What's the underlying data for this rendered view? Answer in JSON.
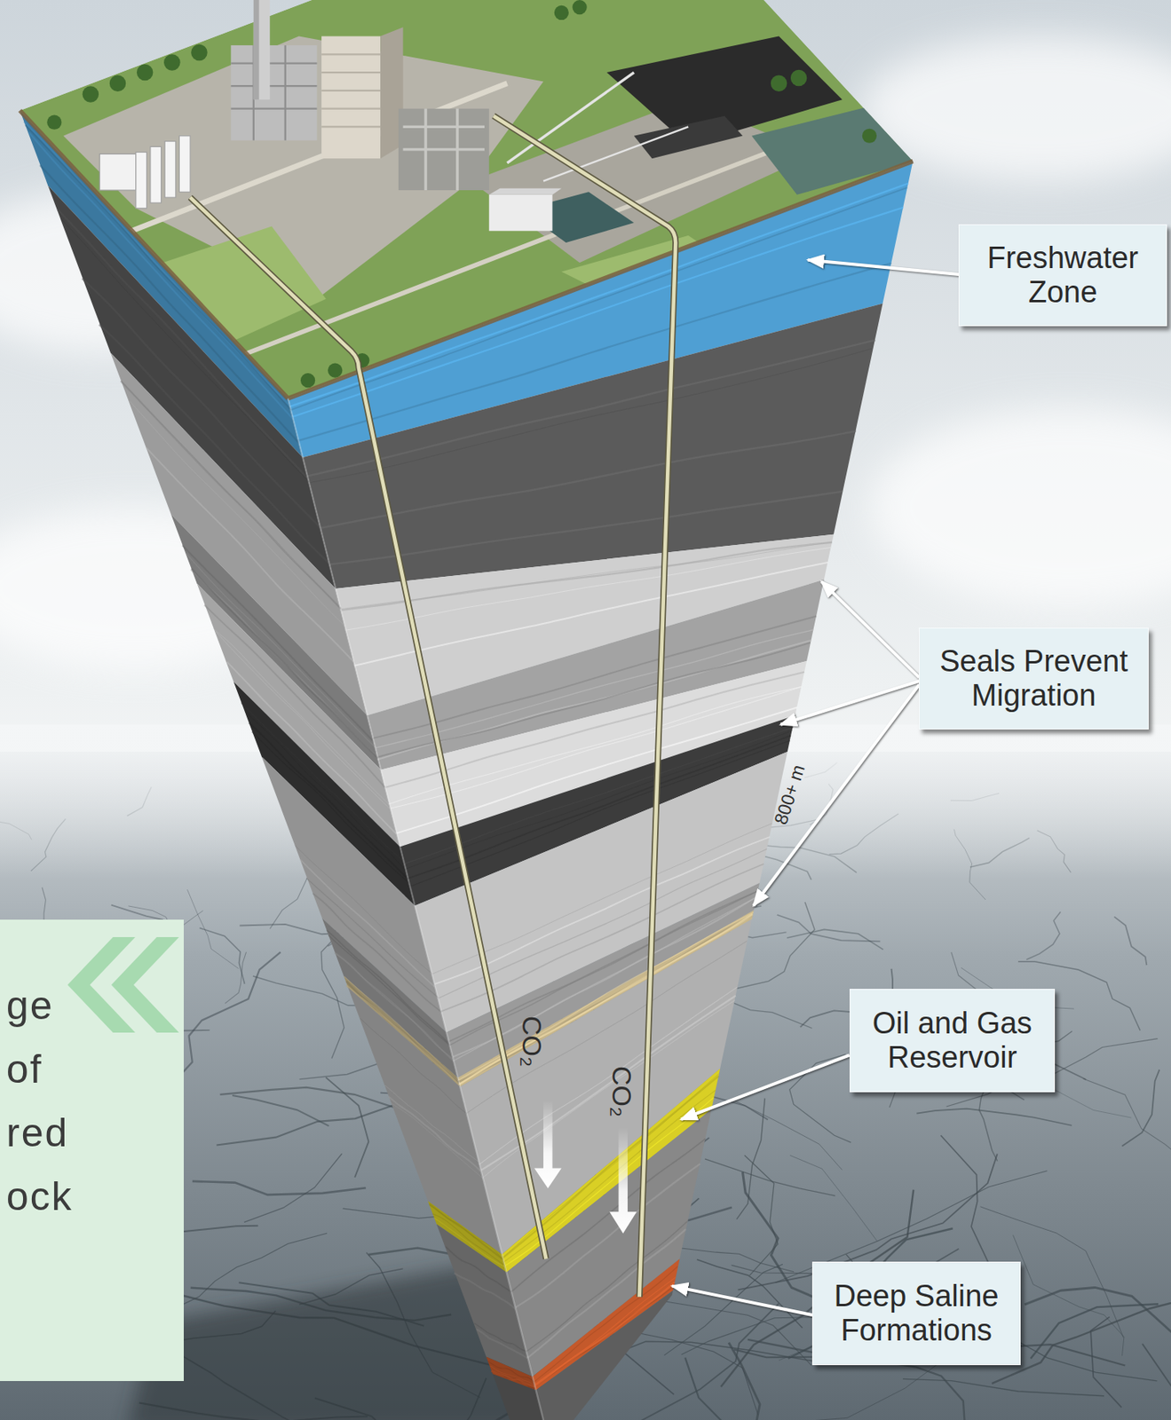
{
  "diagram": {
    "nodes": [
      {
        "text": [
          "Freshwater Zone"
        ]
      },
      {
        "text": [
          "Seals Prevent Migration"
        ]
      },
      {
        "text": [
          "ge of red ock"
        ]
      },
      {
        "text": [
          "Oil and Gas Reservoir"
        ]
      },
      {
        "text": [
          "Deep Saline Formations"
        ]
      }
    ],
    "labels": [
      "800+ m",
      "CO₂",
      "CO₂"
    ]
  }
}
